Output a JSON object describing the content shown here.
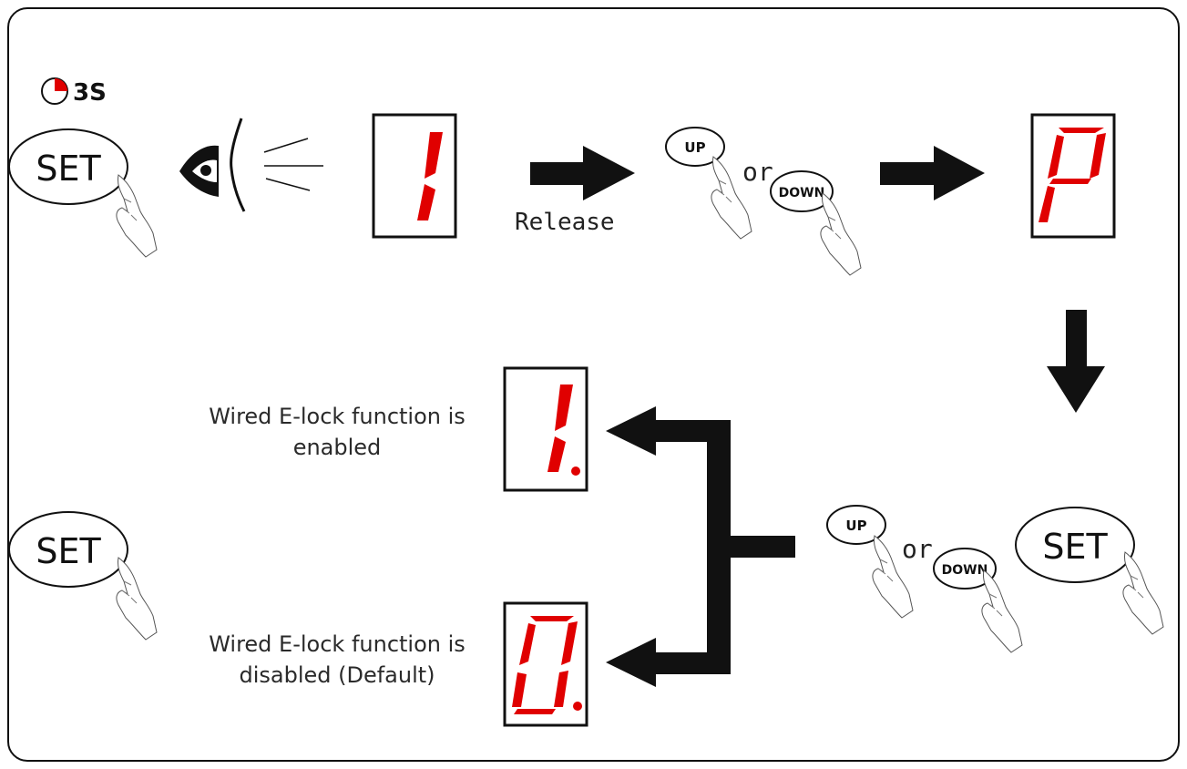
{
  "timer": {
    "label": "3S",
    "icon": "timer-quarter-icon",
    "accent_color": "#e00000"
  },
  "buttons": {
    "set_label": "SET",
    "up_label": "UP",
    "down_label": "DOWN",
    "or_text": "or"
  },
  "steps": {
    "release_label": "Release",
    "display_1_digit": "1",
    "display_2_digit": "P"
  },
  "options": [
    {
      "digit": "1.",
      "caption_line1": "Wired E-lock function is",
      "caption_line2": "enabled"
    },
    {
      "digit": "0.",
      "caption_line1": "Wired E-lock function is",
      "caption_line2": "disabled (Default)"
    }
  ],
  "colors": {
    "segment": "#e00000",
    "arrow": "#111111",
    "line": "#111111"
  }
}
